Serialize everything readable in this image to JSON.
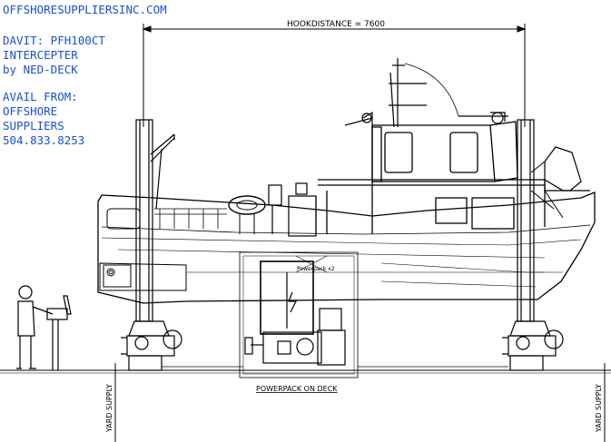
{
  "website": "OFFSHORESUPPLIERSINC.COM",
  "product": {
    "line1": "DAVIT: PFH100CT",
    "line2": "INTERCEPTER",
    "line3": "by NED-DECK"
  },
  "availability": {
    "heading": "AVAIL FROM:",
    "company_line1": "OFFSHORE",
    "company_line2": "SUPPLIERS",
    "phone": "504.833.8253"
  },
  "drawing": {
    "hook_distance_label": "HOOKDISTANCE = 7600",
    "powerpack_label": "POWERPACK ON DECK",
    "yard_supply_left": "YARD SUPPLY",
    "yard_supply_right": "YARD SUPPLY",
    "powerpack_tag": "Powerpack x2",
    "line_color": "#000000",
    "text_color": "#1a4fd6"
  }
}
